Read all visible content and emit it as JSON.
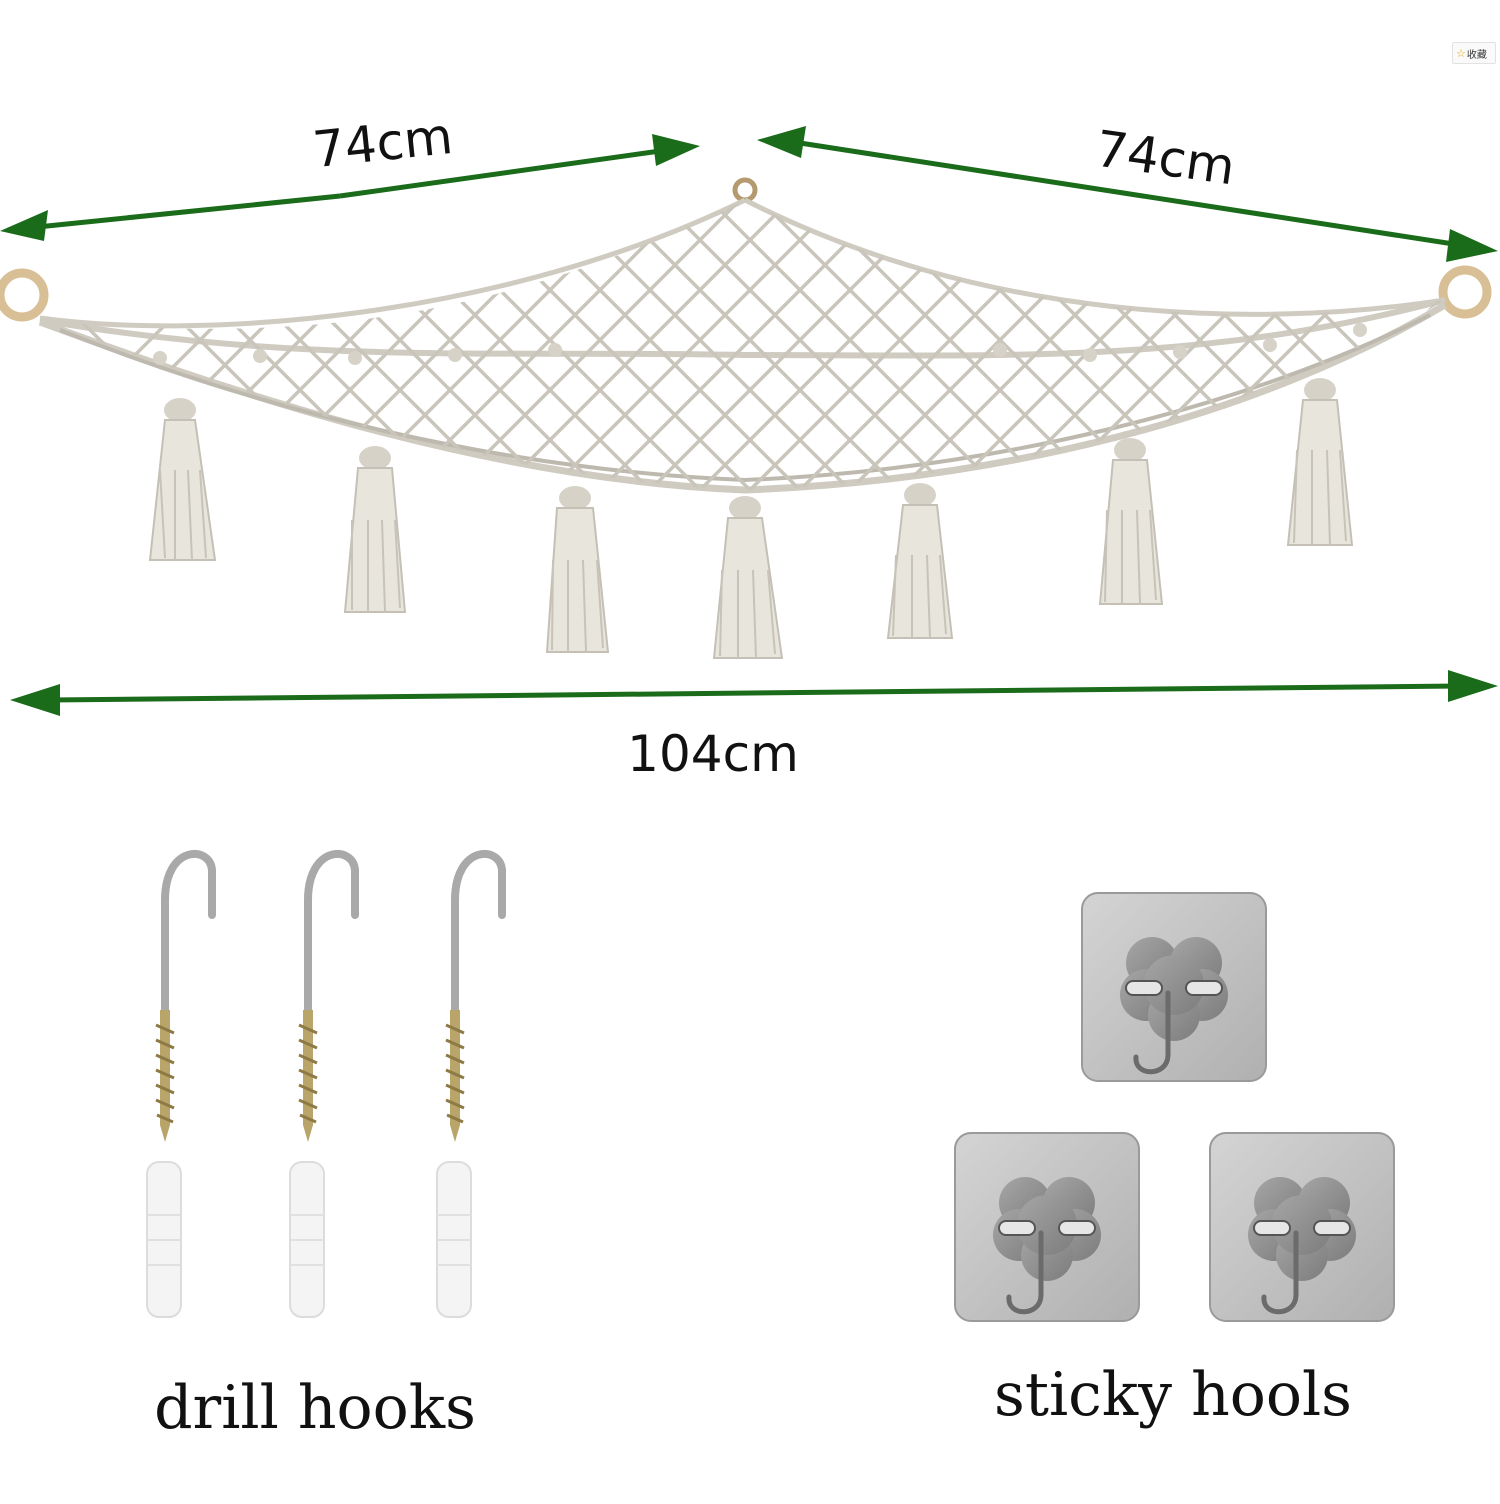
{
  "favorite_chip": {
    "icon": "star-icon",
    "label": "收藏"
  },
  "dimensions": {
    "left_span": "74cm",
    "right_span": "74cm",
    "total_width": "104cm",
    "arrow_color": "#1a6b1a"
  },
  "accessories": {
    "drill_hooks_label": "drill hooks",
    "sticky_hooks_label": "sticky hools",
    "drill_hook_count": 3,
    "sticky_hook_count": 3
  },
  "colors": {
    "rope": "#d9d6cd",
    "rope_shadow": "#a8a59c",
    "metal": "#a9a9a9",
    "screw": "#b9a46a",
    "anchor": "#f4f4f4",
    "sticky_pad": "#bfbfbf",
    "ring": "#d8bf95"
  }
}
